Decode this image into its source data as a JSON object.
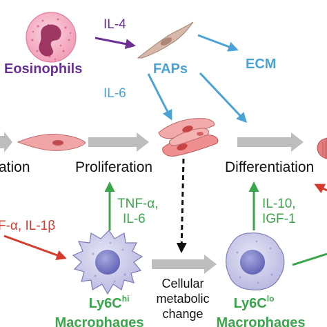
{
  "labels": {
    "eosinophils": "Eosinophils",
    "faps": "FAPs",
    "ecm": "ECM",
    "il4": "IL-4",
    "il6_top": "IL-6",
    "activation_partial": "ation",
    "proliferation": "Proliferation",
    "differentiation": "Differentiation",
    "tnf_partial": "F-α, IL-1β",
    "tnf_line1": "TNF-α,",
    "tnf_line2": "IL-6",
    "il10": "IL-10,",
    "igf1": "IGF-1",
    "metabolic_line1": "Cellular",
    "metabolic_line2": "metabolic",
    "metabolic_line3": "change",
    "ly6c_hi_base": "Ly6C",
    "ly6c_hi_sup": "hi",
    "ly6c_lo_base": "Ly6C",
    "ly6c_lo_sup": "lo",
    "macrophages_left": "Macrophages",
    "macrophages_right": "Macrophages"
  },
  "colors": {
    "eosinophil_label": "#6b2f93",
    "il4_arrow": "#6b2f93",
    "fap_arrows": "#4aa3d6",
    "pro_inflammatory": "#d53a2b",
    "anti_inflammatory": "#3aa54a",
    "gray_arrow": "#bdbdbd",
    "text": "#111111"
  },
  "icons": {
    "eosinophil": "eosinophil-cell-icon",
    "fap": "fibroblast-cell-icon",
    "myoblast": "myoblast-cell-icon",
    "proliferating_cells": "proliferating-cells-icon",
    "ly6c_hi_macrophage": "spiky-macrophage-icon",
    "ly6c_lo_macrophage": "round-macrophage-icon",
    "myofiber": "muscle-fiber-icon"
  }
}
